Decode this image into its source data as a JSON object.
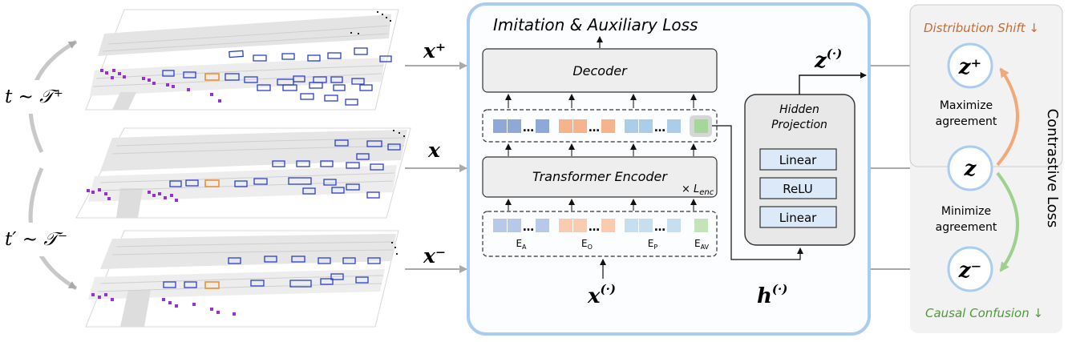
{
  "left": {
    "pos_transform": "t ∼ 𝒯⁺",
    "neg_transform": "t′ ∼ 𝒯⁻"
  },
  "inputs": {
    "x_plus": "x⁺",
    "x": "x",
    "x_minus": "x⁻"
  },
  "center": {
    "loss_title": "Imitation & Auxiliary Loss",
    "decoder_label": "Decoder",
    "encoder_label": "Transformer Encoder",
    "layers_label": "× L",
    "layers_sub": "enc",
    "embedding_labels": [
      {
        "main": "E",
        "sub": "A"
      },
      {
        "main": "E",
        "sub": "O"
      },
      {
        "main": "E",
        "sub": "P"
      },
      {
        "main": "E",
        "sub": "AV"
      }
    ],
    "input_var": "x",
    "input_sup": "(·)",
    "colors": {
      "agent": "#8fa8d8",
      "object": "#f6b48c",
      "path": "#a9cdea",
      "av": "#a5d79a"
    }
  },
  "projection": {
    "title_line1": "Hidden",
    "title_line2": "Projection",
    "layers": [
      "Linear",
      "ReLU",
      "Linear"
    ],
    "z_var": "z",
    "z_sup": "(·)",
    "h_var": "h",
    "h_sup": "(·)"
  },
  "contrastive": {
    "shift_label": "Distribution Shift",
    "shift_arrow": "↓",
    "confusion_label": "Causal Confusion",
    "confusion_arrow": "↓",
    "maximize_line1": "Maximize",
    "maximize_line2": "agreement",
    "minimize_line1": "Minimize",
    "minimize_line2": "agreement",
    "z_plus": "z⁺",
    "z": "z",
    "z_minus": "z⁻",
    "side_label": "Contrastive Loss",
    "shift_color": "#c96a2e",
    "confusion_color": "#4e9a3a"
  }
}
